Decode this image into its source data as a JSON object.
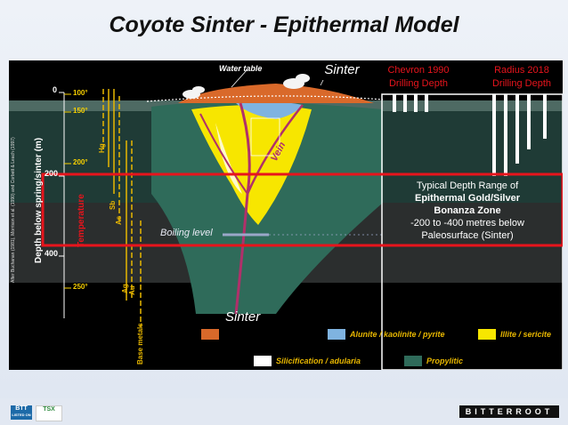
{
  "title": "Coyote Sinter - Epithermal Model",
  "water_table_label": "Water table",
  "sinter_label_top": "Sinter",
  "sinter_label_legend": "Sinter",
  "vein_label": "Vein",
  "boiling_level_label": "Boiling level",
  "depth_axis_title": "Depth below spring/sinter (m)",
  "depth_ticks": [
    "0",
    "200",
    "400"
  ],
  "temperature_title": "Temperature",
  "temperature_ticks": [
    "100°",
    "150°",
    "200°",
    "250°"
  ],
  "elements": [
    "Hg",
    "Sb",
    "As",
    "Ag",
    "Au",
    "Base metals"
  ],
  "citation": "After Buchanan (1981), Morrison et al. (1990) and Corbett & Leach (1997)",
  "chevron": {
    "line1": "Chevron 1990",
    "line2": "Drilling Depth"
  },
  "radius": {
    "line1": "Radius 2018",
    "line2": "Drilling Depth"
  },
  "zone_box": {
    "line1": "Typical Depth Range of",
    "line2": "Epithermal Gold/Silver",
    "line3": "Bonanza Zone",
    "line4": "-200 to -400 metres below",
    "line5": "Paleosurface (Sinter)"
  },
  "legend": {
    "alunite": "Alunite / kaolinite / pyrite",
    "illite": "Illite / sericite",
    "silicification": "Silicification / adularia",
    "propylitic": "Propylitic"
  },
  "colors": {
    "sinter": "#d9692a",
    "alunite": "#7fb3e0",
    "illite": "#f7e600",
    "silicification": "#ffffff",
    "propylitic": "#2f6b5a",
    "zone_outline": "#e8141c",
    "chevron_text": "#e8141c",
    "vein": "#b0306a"
  },
  "footer": {
    "company": "BITTERROOT",
    "btt_logo": "BTT",
    "btt_sub": "LISTED ON",
    "tsxv_logo": "TSX"
  }
}
